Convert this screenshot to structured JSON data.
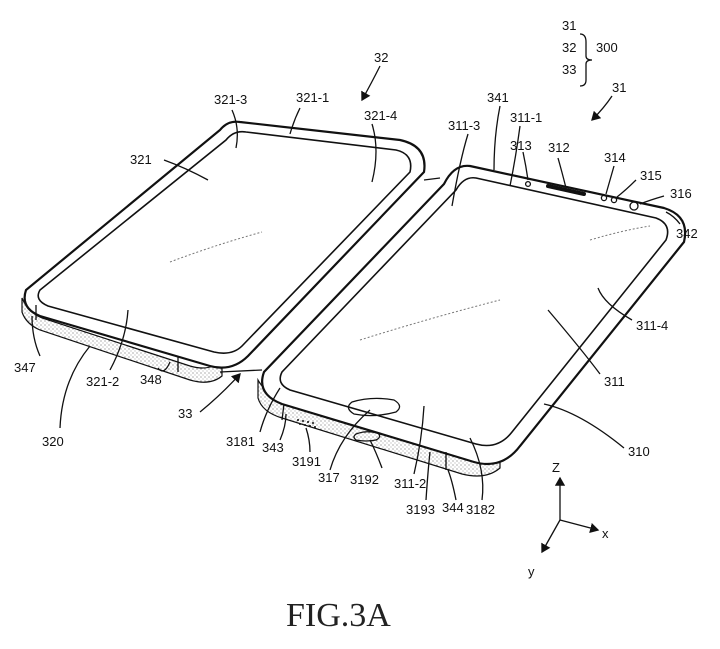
{
  "caption": "FIG.3A",
  "labels": {
    "l31a": "31",
    "l32a": "32",
    "l33a": "33",
    "l300": "300",
    "l32": "32",
    "l31": "31",
    "l321_3": "321-3",
    "l321_1": "321-1",
    "l321_4": "321-4",
    "l321": "321",
    "l341": "341",
    "l311_3": "311-3",
    "l311_1": "311-1",
    "l313": "313",
    "l312": "312",
    "l314": "314",
    "l315": "315",
    "l316": "316",
    "l342": "342",
    "l311_4": "311-4",
    "l311": "311",
    "l347": "347",
    "l321_2": "321-2",
    "l348": "348",
    "l320": "320",
    "l33": "33",
    "l3181": "3181",
    "l343": "343",
    "l3191": "3191",
    "l317": "317",
    "l3192": "3192",
    "l311_2": "311-2",
    "l3193": "3193",
    "l344": "344",
    "l3182": "3182",
    "l310": "310",
    "axis_z": "Z",
    "axis_x": "x",
    "axis_y": "y"
  }
}
